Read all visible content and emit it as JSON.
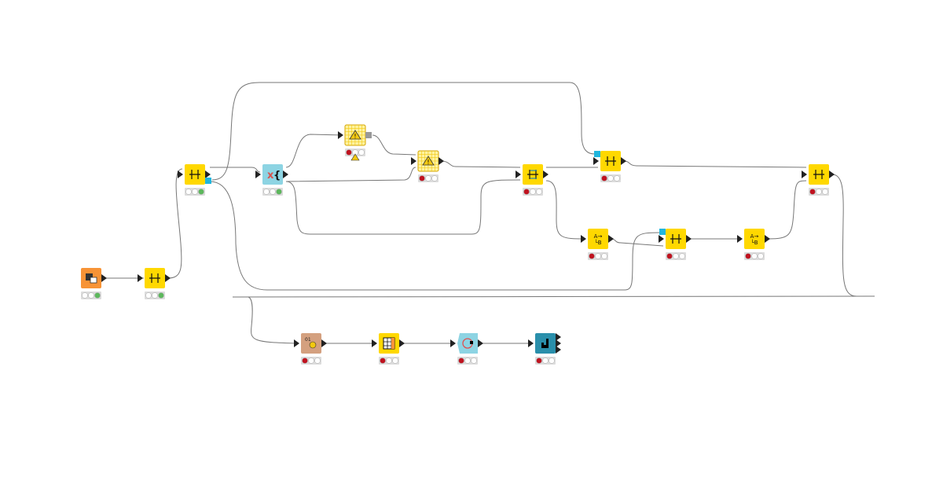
{
  "workflow": {
    "status_colors": {
      "executed": "#5cb85c",
      "idle": "#ffffff",
      "error": "#c0121f",
      "tray": "#dcdcdc",
      "warning": "#f2c811"
    },
    "nodes": [
      {
        "id": "n1",
        "kind": "excel-reader",
        "color": "#f79336",
        "status": "executed"
      },
      {
        "id": "n2",
        "kind": "manipulator-node",
        "color": "#ffd800",
        "status": "executed"
      },
      {
        "id": "n3",
        "kind": "partitioning-node",
        "color": "#ffd800",
        "status": "executed",
        "flow_port": "bottom-right"
      },
      {
        "id": "n4",
        "kind": "java-snippet",
        "color": "#8dd4e3",
        "status": "executed"
      },
      {
        "id": "n5",
        "kind": "missing-node",
        "color": "#fff3a0",
        "status": "error",
        "warning": true
      },
      {
        "id": "n6",
        "kind": "missing-node",
        "color": "#fff3a0",
        "status": "error"
      },
      {
        "id": "n7",
        "kind": "joiner-node",
        "color": "#ffd800",
        "status": "error"
      },
      {
        "id": "n8",
        "kind": "column-filter",
        "color": "#ffd800",
        "status": "error",
        "flow_port": "top-left"
      },
      {
        "id": "n9",
        "kind": "concatenate-node",
        "color": "#ffd800",
        "status": "error"
      },
      {
        "id": "n10",
        "kind": "column-rename",
        "color": "#ffd800",
        "status": "error"
      },
      {
        "id": "n11",
        "kind": "column-filter",
        "color": "#ffd800",
        "status": "error",
        "flow_port": "top-left"
      },
      {
        "id": "n12",
        "kind": "column-rename",
        "color": "#ffd800",
        "status": "error"
      },
      {
        "id": "n13",
        "kind": "learner-node",
        "color": "#d4a07f",
        "status": "error"
      },
      {
        "id": "n14",
        "kind": "table-view",
        "color": "#ffd800",
        "status": "error"
      },
      {
        "id": "n15",
        "kind": "loop-node",
        "color": "#8dd4e3",
        "status": "error"
      },
      {
        "id": "n16",
        "kind": "visualization-node",
        "color": "#2a8fab",
        "status": "error"
      }
    ]
  }
}
